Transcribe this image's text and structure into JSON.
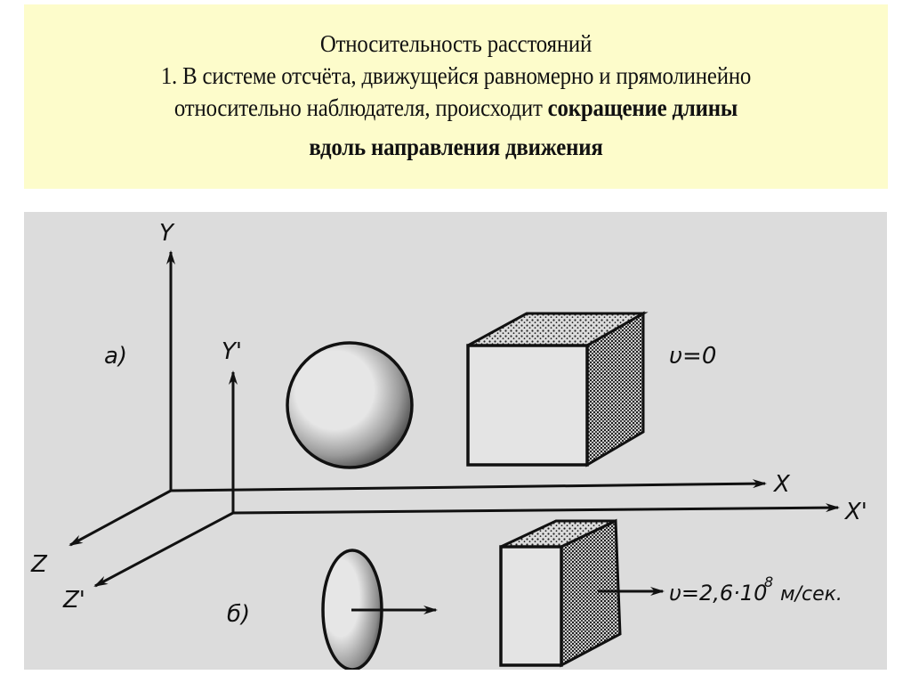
{
  "slide": {
    "title": "Относительность расстояний",
    "statement_line1": "1. В системе отсчёта, движущейся равномерно и прямолинейно",
    "statement_line2_regular": "относительно наблюдателя, происходит ",
    "statement_line2_bold": "сокращение длины",
    "statement_line3_bold": "вдоль направления движения"
  },
  "figure": {
    "axes": {
      "y": "Y",
      "y_prime": "Y'",
      "x": "X",
      "x_prime": "X'",
      "z": "Z",
      "z_prime": "Z'"
    },
    "panel_a": {
      "label": "а)",
      "velocity_label": "υ=0",
      "objects": [
        "sphere",
        "cube"
      ]
    },
    "panel_b": {
      "label": "б)",
      "velocity_label": "υ=2,6·10",
      "velocity_exponent": "8",
      "velocity_units": "м/сек.",
      "objects": [
        "flattened-ellipsoid",
        "compressed-box"
      ]
    }
  },
  "colors": {
    "title_background": "#fdfccb",
    "figure_background": "#dcdcdc",
    "ink": "#111111"
  }
}
